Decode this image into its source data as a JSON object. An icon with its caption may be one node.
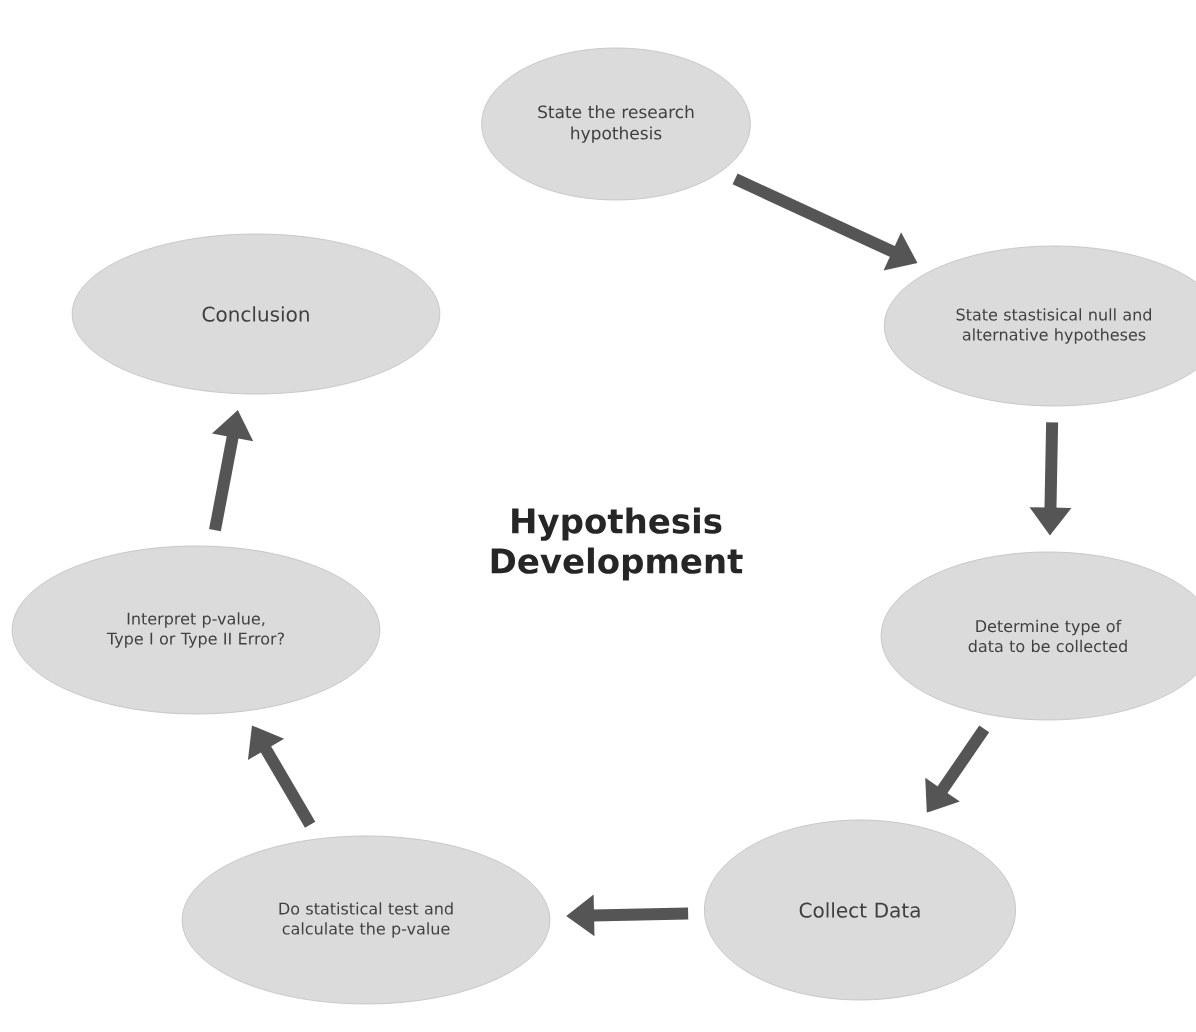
{
  "diagram": {
    "title": "Hypothesis Development",
    "nodes": [
      {
        "text": [
          "State the research hypothesis"
        ]
      },
      {
        "text": [
          "State stastisical null and alternative hypotheses"
        ]
      },
      {
        "text": [
          "Determine type of data to be collected"
        ]
      },
      {
        "text": [
          "Collect Data"
        ]
      },
      {
        "text": [
          "Do statistical test and calculate the p-value"
        ]
      },
      {
        "text": [
          "Interpret p-value, Type I or Type II Error?"
        ]
      },
      {
        "text": [
          "Conclusion"
        ]
      }
    ],
    "edges": [
      {
        "from": 0,
        "to": 1,
        "arrow": "to"
      },
      {
        "from": 1,
        "to": 2,
        "arrow": "to"
      },
      {
        "from": 2,
        "to": 3,
        "arrow": "to"
      },
      {
        "from": 3,
        "to": 4,
        "arrow": "to"
      },
      {
        "from": 4,
        "to": 5,
        "arrow": "to"
      },
      {
        "from": 5,
        "to": 6,
        "arrow": "to"
      }
    ]
  }
}
